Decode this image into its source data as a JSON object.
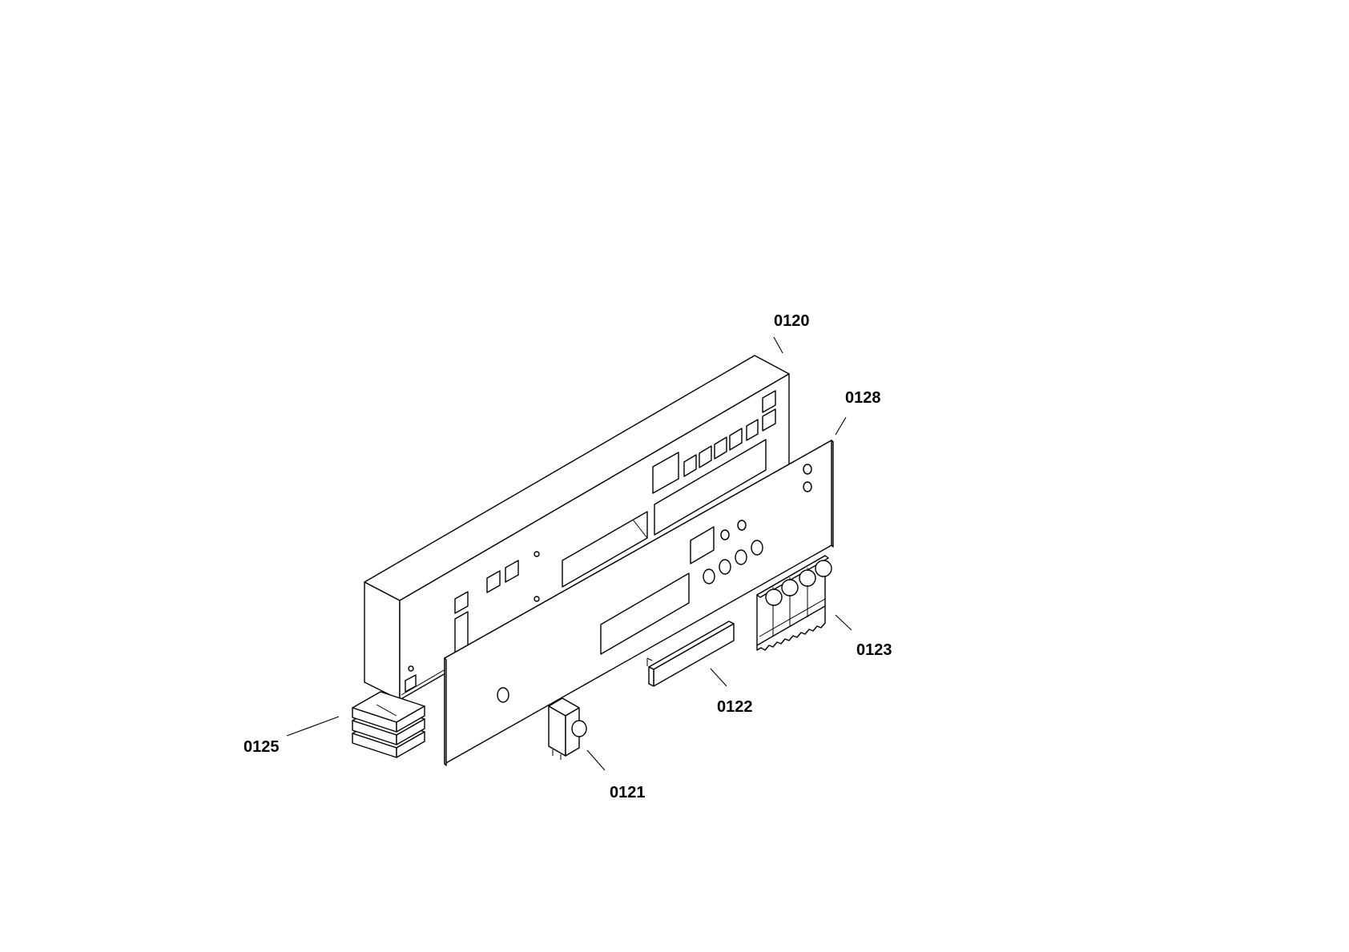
{
  "labels": {
    "p0120": "0120",
    "p0128": "0128",
    "p0123": "0123",
    "p0122": "0122",
    "p0125": "0125",
    "p0121": "0121"
  }
}
